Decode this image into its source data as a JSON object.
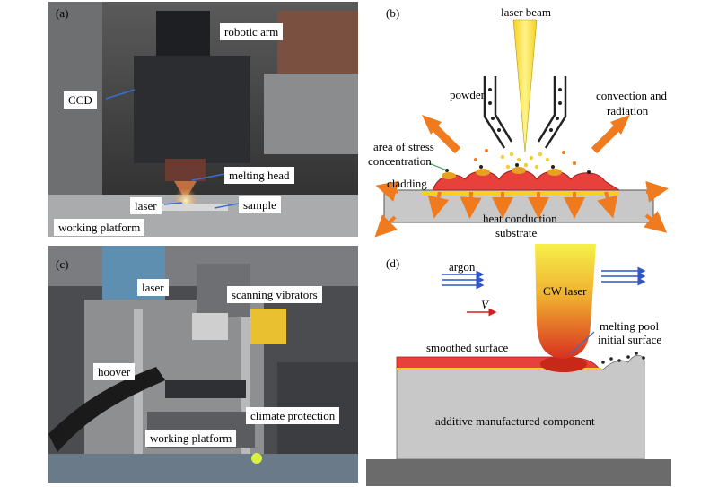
{
  "panels": {
    "a": {
      "letter": "(a)",
      "labels": {
        "robotic_arm": "robotic arm",
        "ccd": "CCD",
        "melting_head": "melting head",
        "laser": "laser",
        "sample": "sample",
        "working_platform": "working platform"
      }
    },
    "b": {
      "letter": "(b)",
      "labels": {
        "laser_beam": "laser beam",
        "powder": "powder",
        "convection_line1": "convection and",
        "convection_line2": "radiation",
        "stress_line1": "area of stress",
        "stress_line2": "concentration",
        "cladding": "cladding",
        "heat_conduction": "heat conduction",
        "substrate": "substrate"
      }
    },
    "c": {
      "letter": "(c)",
      "labels": {
        "laser": "laser",
        "scanning_vibrators": "scanning vibrators",
        "hoover": "hoover",
        "climate_protection": "climate protection",
        "working_platform": "working platform"
      }
    },
    "d": {
      "letter": "(d)",
      "labels": {
        "argon": "argon",
        "v": "V",
        "cw_laser": "CW laser",
        "melting_pool": "melting pool",
        "initial_surface": "initial surface",
        "smoothed_surface": "smoothed surface",
        "component": "additive manufactured component"
      }
    }
  },
  "colors": {
    "leader_line": "#3a6fd0",
    "arrow_orange": "#f07a1e",
    "substrate_gray": "#c8c8c8",
    "cladding_red": "#e8403a",
    "argon_blue": "#2f55c8",
    "velocity_red": "#d02020"
  }
}
